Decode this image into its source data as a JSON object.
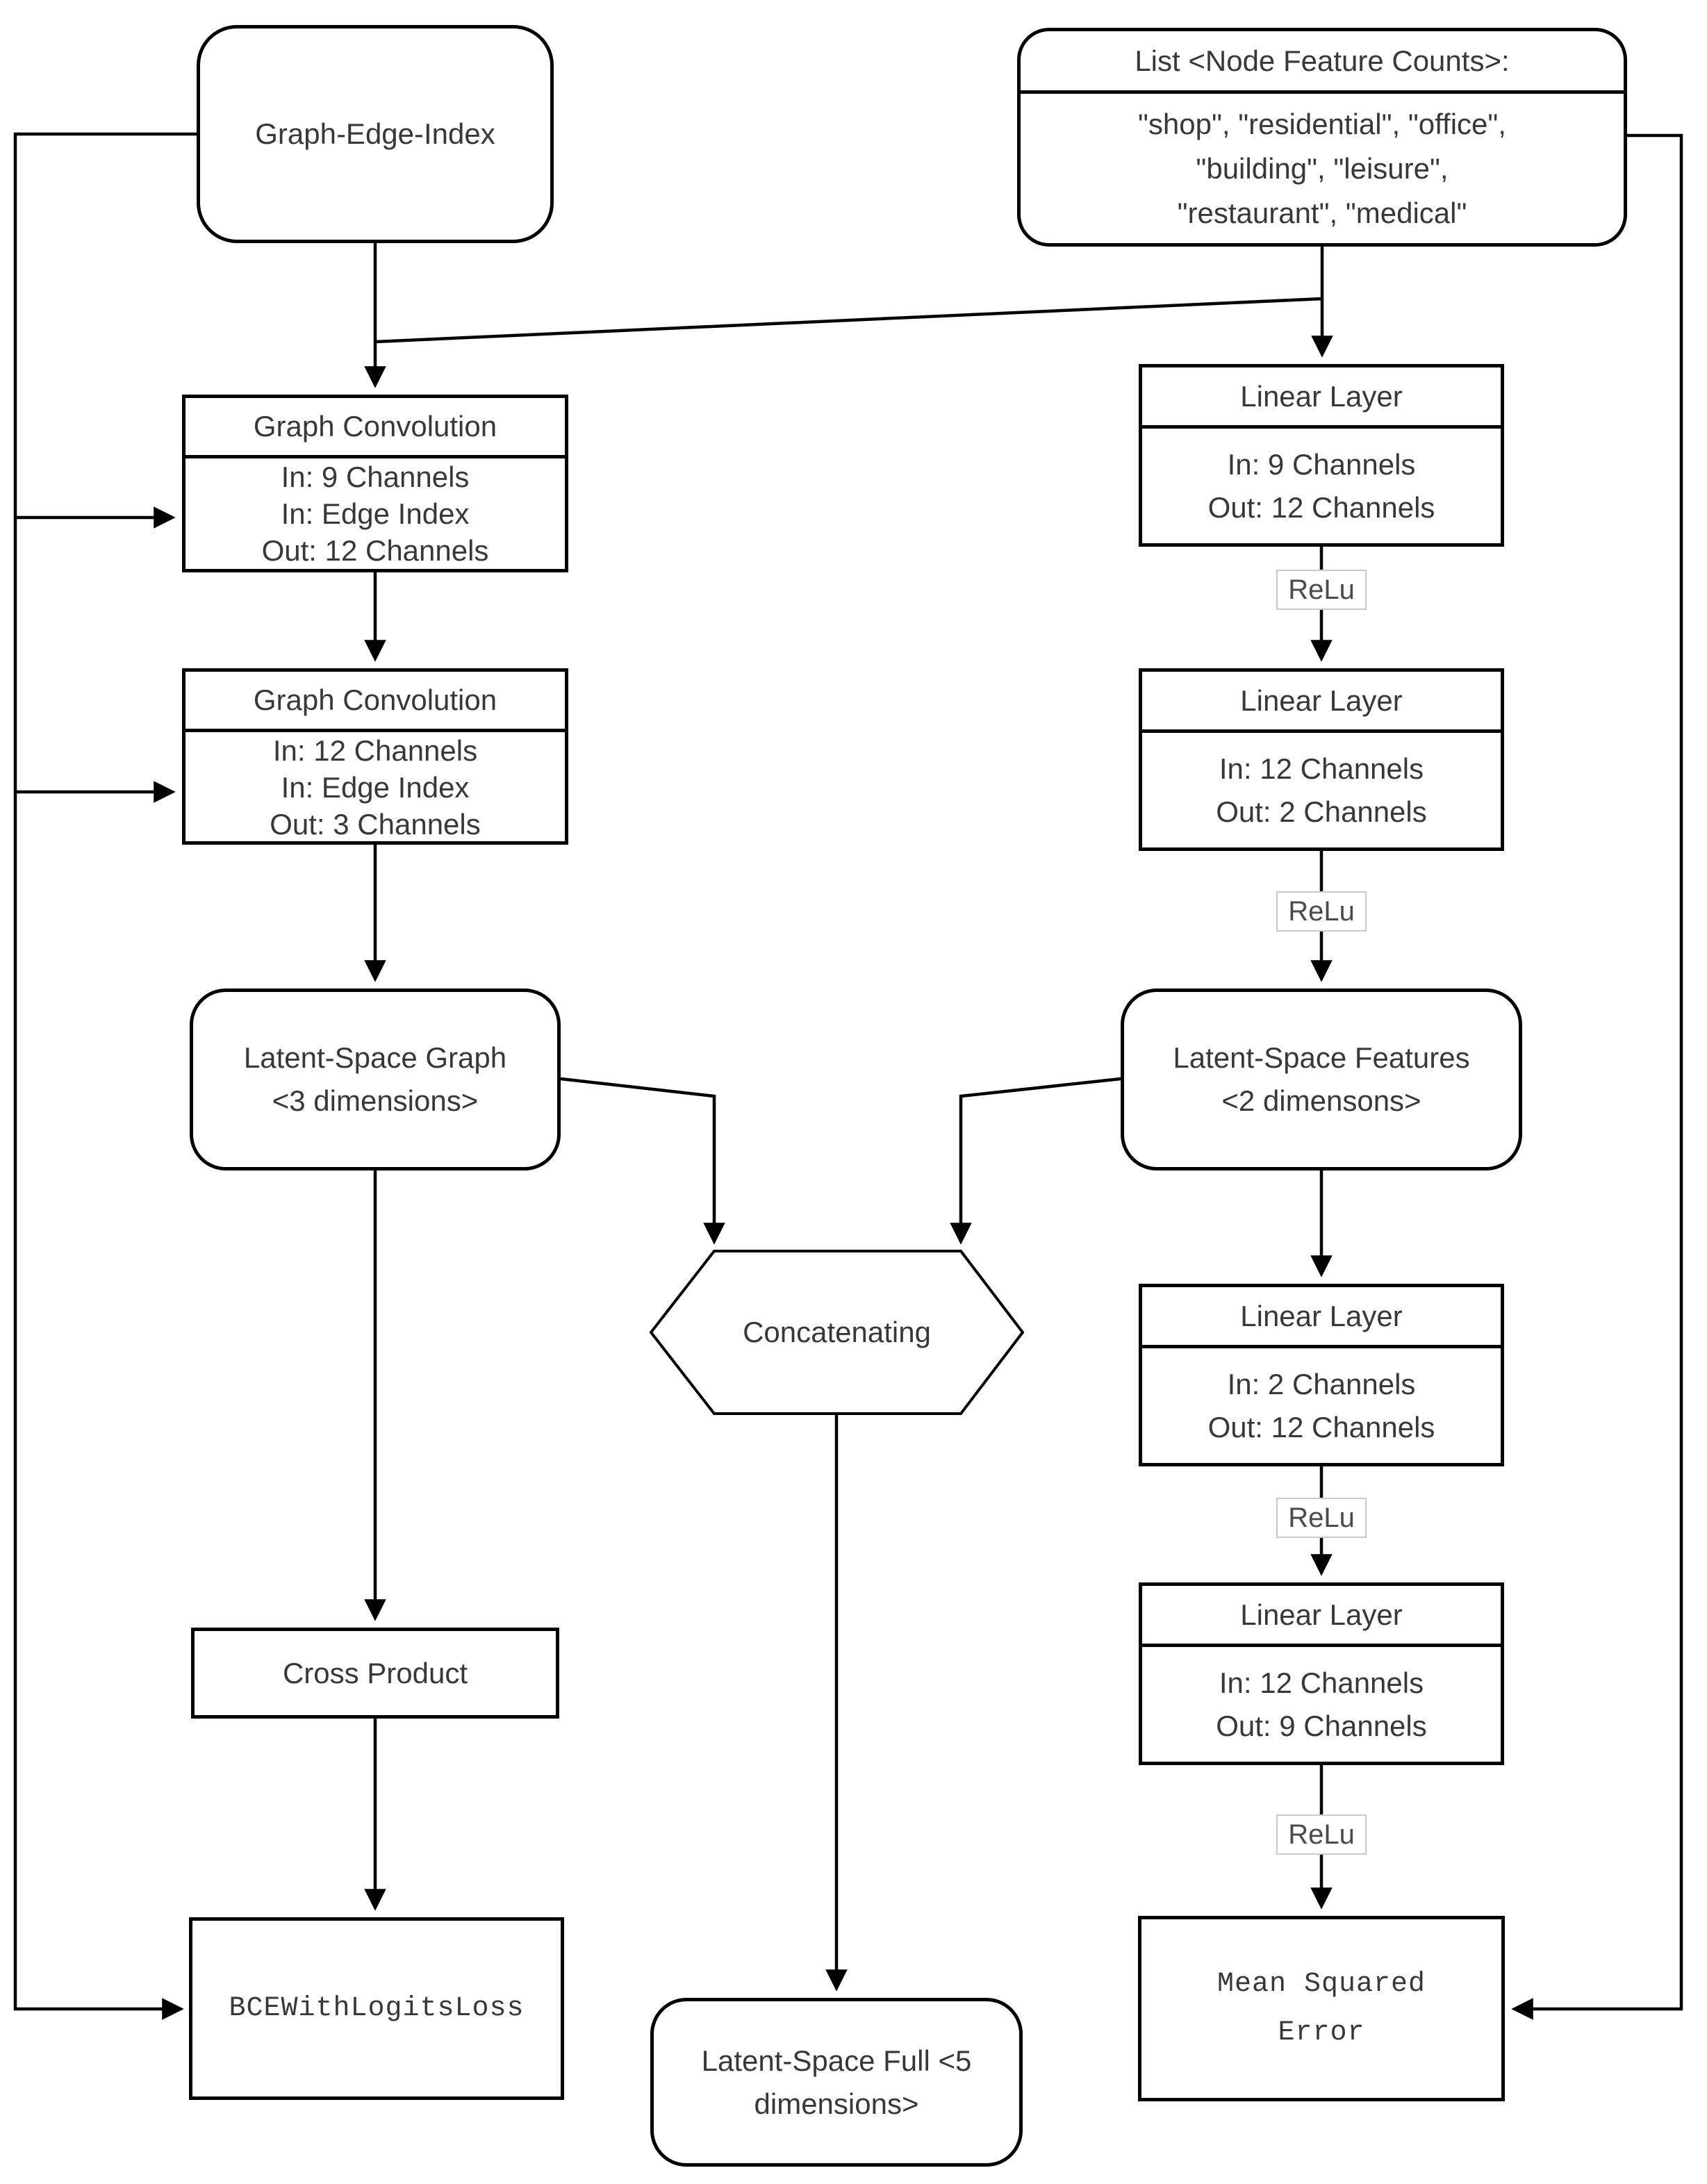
{
  "nodes": {
    "graph_edge_index": {
      "label": "Graph-Edge-Index"
    },
    "node_feature_list": {
      "title": "List <Node Feature Counts>:",
      "lines": [
        "\"shop\", \"residential\", \"office\",",
        "\"building\", \"leisure\",",
        "\"restaurant\", \"medical\""
      ]
    },
    "graph_conv_1": {
      "title": "Graph Convolution",
      "lines": [
        "In: 9 Channels",
        "In: Edge Index",
        "Out: 12 Channels"
      ]
    },
    "graph_conv_2": {
      "title": "Graph Convolution",
      "lines": [
        "In: 12 Channels",
        "In: Edge Index",
        "Out: 3 Channels"
      ]
    },
    "linear_1": {
      "title": "Linear Layer",
      "lines": [
        "In: 9 Channels",
        "Out: 12 Channels"
      ]
    },
    "linear_2": {
      "title": "Linear Layer",
      "lines": [
        "In: 12 Channels",
        "Out: 2 Channels"
      ]
    },
    "linear_3": {
      "title": "Linear Layer",
      "lines": [
        "In: 2 Channels",
        "Out: 12 Channels"
      ]
    },
    "linear_4": {
      "title": "Linear Layer",
      "lines": [
        "In: 12 Channels",
        "Out: 9 Channels"
      ]
    },
    "latent_space_graph": {
      "lines": [
        "Latent-Space Graph",
        "<3 dimensions>"
      ]
    },
    "latent_space_features": {
      "lines": [
        "Latent-Space Features",
        "<2 dimensons>"
      ]
    },
    "concatenating": {
      "label": "Concatenating"
    },
    "cross_product": {
      "label": "Cross Product"
    },
    "bce_loss": {
      "label": "BCEWithLogitsLoss"
    },
    "latent_space_full": {
      "lines": [
        "Latent-Space Full <5",
        "dimensions>"
      ]
    },
    "mean_squared_error": {
      "lines": [
        "Mean Squared",
        "Error"
      ]
    },
    "relu_label": "ReLu"
  },
  "edges": [
    {
      "from": "Graph-Edge-Index",
      "to": "Graph Convolution 1"
    },
    {
      "from": "Graph-Edge-Index",
      "to": "Graph Convolution 2"
    },
    {
      "from": "Graph-Edge-Index",
      "to": "BCEWithLogitsLoss"
    },
    {
      "from": "List <Node Feature Counts>",
      "to": "Graph Convolution 1"
    },
    {
      "from": "List <Node Feature Counts>",
      "to": "Linear Layer 1"
    },
    {
      "from": "List <Node Feature Counts>",
      "to": "Mean Squared Error"
    },
    {
      "from": "Graph Convolution 1",
      "to": "Graph Convolution 2"
    },
    {
      "from": "Graph Convolution 2",
      "to": "Latent-Space Graph"
    },
    {
      "from": "Latent-Space Graph",
      "to": "Cross Product"
    },
    {
      "from": "Latent-Space Graph",
      "to": "Concatenating"
    },
    {
      "from": "Latent-Space Features",
      "to": "Concatenating"
    },
    {
      "from": "Concatenating",
      "to": "Latent-Space Full <5 dimensions>"
    },
    {
      "from": "Linear Layer 1",
      "to": "Linear Layer 2",
      "via": "ReLu"
    },
    {
      "from": "Linear Layer 2",
      "to": "Latent-Space Features",
      "via": "ReLu"
    },
    {
      "from": "Latent-Space Features",
      "to": "Linear Layer 3"
    },
    {
      "from": "Linear Layer 3",
      "to": "Linear Layer 4",
      "via": "ReLu"
    },
    {
      "from": "Linear Layer 4",
      "to": "Mean Squared Error",
      "via": "ReLu"
    },
    {
      "from": "Cross Product",
      "to": "BCEWithLogitsLoss"
    }
  ],
  "colors": {
    "line": "#000000",
    "text": "#383838",
    "relu_border": "#c9c9c9",
    "background": "#ffffff"
  }
}
